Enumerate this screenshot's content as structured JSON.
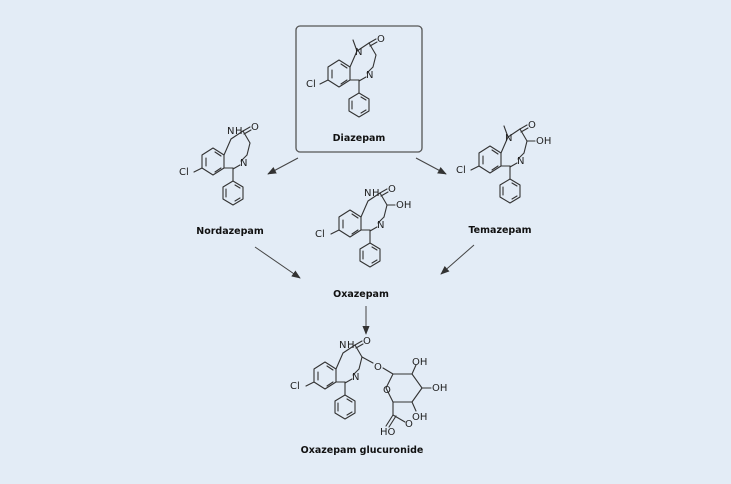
{
  "atom_labels": {
    "chlorine": "Cl",
    "nitrogen": "N",
    "amine_nitrogen": "N",
    "hydrogen": "H",
    "oxygen": "O",
    "hydroxyl": "OH",
    "carboxylic_acid": "HO"
  },
  "compounds": {
    "diazepam": "Diazepam",
    "nordazepam": "Nordazepam",
    "temazepam": "Temazepam",
    "oxazepam": "Oxazepam",
    "oxazepam_glucuronide": "Oxazepam glucuronide"
  },
  "colors": {
    "background": "#e3ecf6",
    "ink": "#333333",
    "box": "#555555"
  }
}
